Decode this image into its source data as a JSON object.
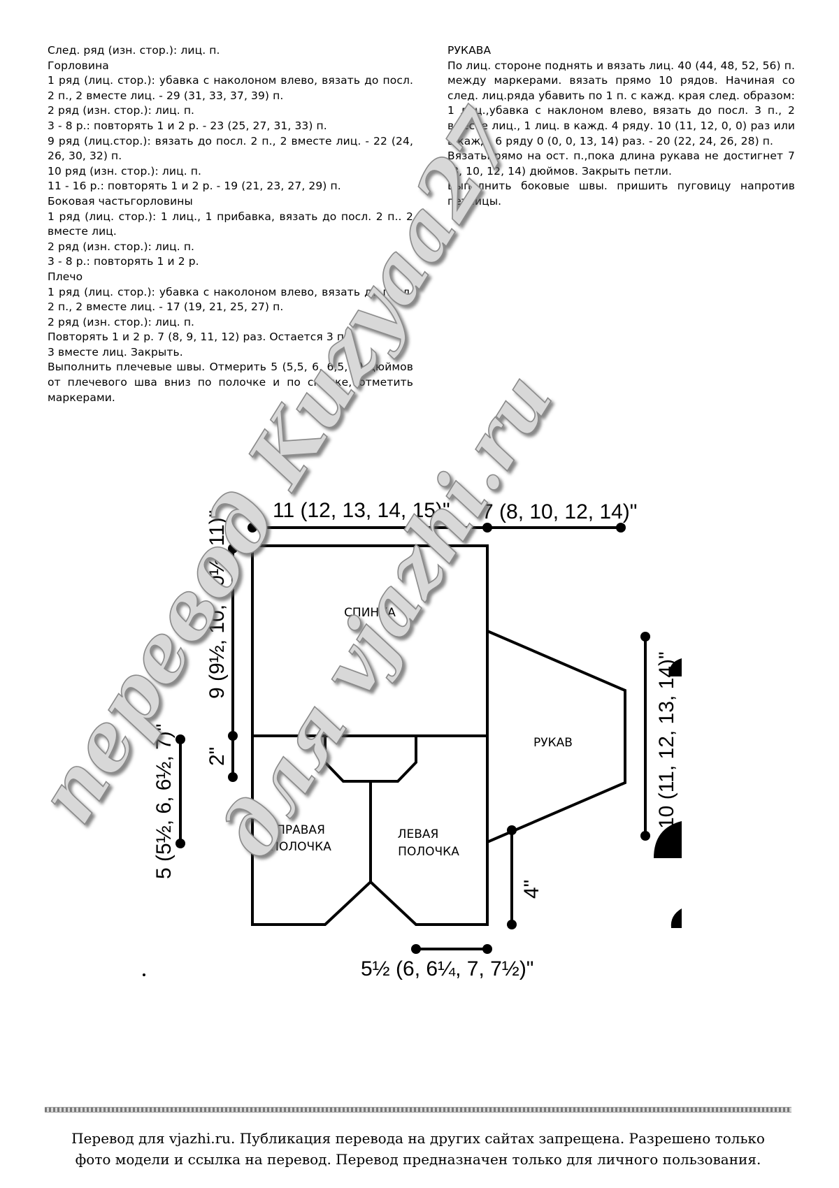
{
  "instructions": {
    "left_column": [
      "След. ряд (изн. стор.): лиц. п.",
      "Горловина",
      "1 ряд (лиц. стор.): убавка с наколоном влево, вязать до посл. 2 п., 2 вместе лиц. - 29 (31, 33, 37, 39) п.",
      "2 ряд (изн. стор.): лиц. п.",
      "3 - 8 р.: повторять 1 и 2 р. - 23 (25, 27, 31, 33) п.",
      "9 ряд (лиц.стор.): вязать до посл. 2 п., 2 вместе лиц. - 22 (24, 26, 30, 32) п.",
      "10 ряд (изн. стор.): лиц. п.",
      "11 - 16 р.: повторять 1 и 2 р. - 19 (21, 23, 27, 29) п.",
      "Боковая частьгорловины",
      "1 ряд (лиц. стор.): 1 лиц., 1 прибавка, вязать до посл. 2 п.. 2 вместе лиц.",
      "2 ряд (изн. стор.): лиц. п.",
      "3 - 8 р.: повторять 1 и 2 р.",
      "Плечо",
      "1 ряд (лиц. стор.): убавка с наколоном влево, вязать до посл. 2 п., 2 вместе лиц. - 17 (19, 21, 25, 27) п.",
      "2 ряд (изн. стор.): лиц. п.",
      "Повторять 1 и 2 р. 7 (8, 9, 11, 12) раз. Остается 3 п.",
      "3 вместе лиц. Закрыть.",
      "Выполнить плечевые швы. Отмерить 5 (5,5, 6, 6,5, 7) дюймов от плечевого шва вниз по полочке и по спинке, отметить маркерами."
    ],
    "right_column": [
      "РУКАВА",
      "По лиц. стороне поднять и вязать лиц. 40 (44, 48, 52, 56) п. между маркерами. вязать прямо 10 рядов. Начиная со след. лиц.ряда убавить по 1 п. с кажд. края след. образом: 1 лиц.,убавка с наклоном влево, вязать до посл. 3 п., 2 вместе лиц., 1 лиц. в кажд. 4 ряду. 10 (11, 12, 0, 0) раз или в кажд. 6 ряду 0 (0, 0, 13, 14) раз. - 20 (22, 24, 26, 28) п.",
      "Вязатьпрямо на ост. п.,пока длина рукава не достигнет 7 (8, 10, 12, 14) дюймов. Закрыть петли.",
      "Выполнить боковые швы. пришить пуговицу напротив петлицы."
    ]
  },
  "diagram": {
    "pieces": {
      "back": "СПИНКА",
      "sleeve": "РУКАВ",
      "right_front": [
        "ПРАВАЯ",
        "ПОЛОЧКА"
      ],
      "left_front": [
        "ЛЕВАЯ",
        "ПОЛОЧКА"
      ]
    },
    "dimensions": {
      "width_back": "11 (12, 13, 14, 15)\"",
      "sleeve_length": "7 (8, 10, 12, 14)\"",
      "height_main": "9 (9½, 10, 10½, 11)\"",
      "neck_drop": "2\"",
      "armhole": "5 (5½, 6, 6½, 7)\"",
      "sleeve_top": "10 (11, 12, 13, 14)\"",
      "cuff": "4\"",
      "front_width": "5½ (6, 6¼, 7, 7½)\""
    },
    "watermark": [
      "перевод Kuzyaa27",
      "для vjazhi.ru"
    ]
  },
  "footer": [
    "Перевод для vjazhi.ru. Публикация перевода на других сайтах запрещена. Разрешено только",
    "фото модели и ссылка на перевод.  Перевод предназначен только для личного пользования."
  ]
}
